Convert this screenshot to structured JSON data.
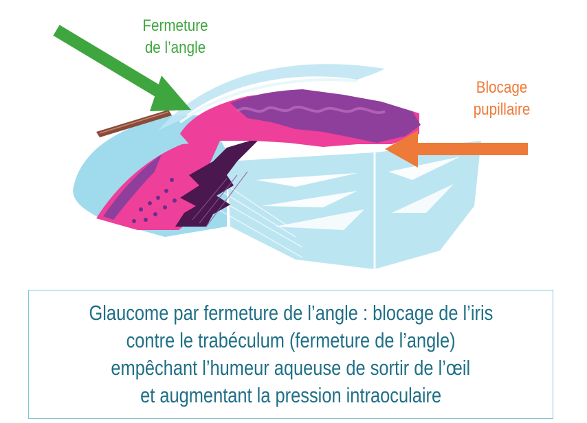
{
  "labels": {
    "angle_closure": {
      "line1": "Fermeture",
      "line2": "de l’angle",
      "color": "#3fa63f"
    },
    "pupillary_block": {
      "line1": "Blocage",
      "line2": "pupillaire",
      "color": "#ee7a3a"
    }
  },
  "caption": {
    "lines": [
      "Glaucome par fermeture de l’angle : blocage de l’iris",
      "contre le trabéculum (fermeture de l’angle)",
      "empêchant l’humeur aqueuse de sortir de l’œil",
      "et augmentant la pression intraoculaire"
    ],
    "text_color": "#1f6f86",
    "border_color": "#7fc7d3"
  },
  "colors": {
    "cornea": "#9fdcef",
    "lens": "#c9ecf4",
    "iris_pink": "#ee3f9a",
    "iris_purple": "#8e3f9c",
    "ciliary_dark": "#4a174e",
    "trabecular_brown": "#8a4a3a"
  }
}
